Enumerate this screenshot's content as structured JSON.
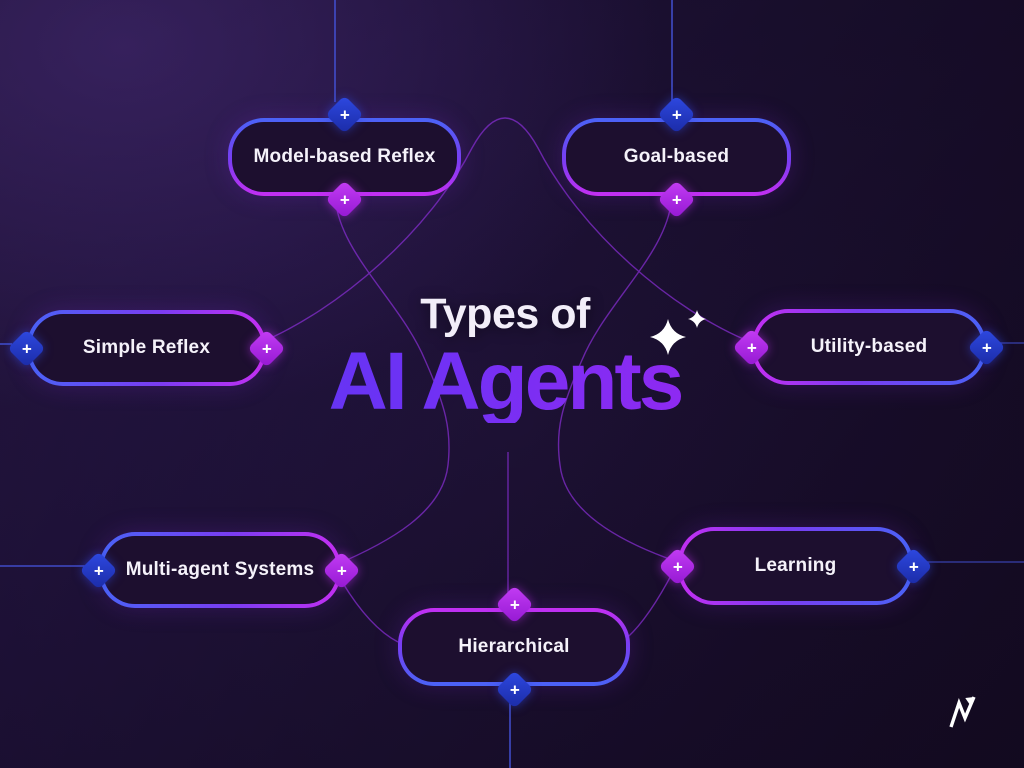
{
  "title": {
    "line1": "Types of",
    "line2": "AI Agents"
  },
  "nodes": [
    {
      "id": "model-based-reflex",
      "label": "Model-based Reflex"
    },
    {
      "id": "goal-based",
      "label": "Goal-based"
    },
    {
      "id": "simple-reflex",
      "label": "Simple Reflex"
    },
    {
      "id": "utility-based",
      "label": "Utility-based"
    },
    {
      "id": "multi-agent-systems",
      "label": "Multi-agent Systems"
    },
    {
      "id": "learning",
      "label": "Learning"
    },
    {
      "id": "hierarchical",
      "label": "Hierarchical"
    }
  ],
  "icons": {
    "plus": "+",
    "sparkle": "four-point-star",
    "logo": "m-arrow-logo"
  },
  "colors": {
    "background_dark": "#1d1134",
    "background_light_corner": "#2b1a4a",
    "pill_fill": "#1d0f2f",
    "accent_blue": "#4a63f6",
    "accent_violet": "#7a3df2",
    "accent_magenta": "#c42ff2",
    "badge_blue": "#2e49e2",
    "badge_magenta": "#b02de8",
    "line_blue": "#4553d8",
    "line_purple": "#8b2fd8",
    "text_white": "#f5f2fa",
    "title_gradient_start": "#4b3bf0",
    "title_gradient_end": "#b82af2"
  }
}
